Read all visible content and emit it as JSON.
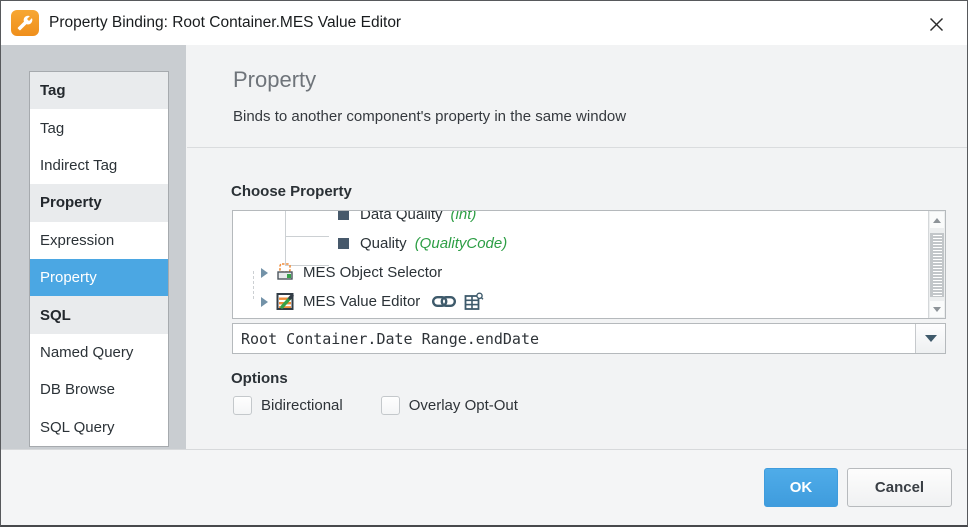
{
  "window": {
    "title": "Property Binding: Root Container.MES Value Editor"
  },
  "sidebar": {
    "items": [
      {
        "label": "Tag",
        "type": "header"
      },
      {
        "label": "Tag",
        "type": "item"
      },
      {
        "label": "Indirect Tag",
        "type": "item"
      },
      {
        "label": "Property",
        "type": "header"
      },
      {
        "label": "Expression",
        "type": "item"
      },
      {
        "label": "Property",
        "type": "item",
        "selected": true
      },
      {
        "label": "SQL",
        "type": "header"
      },
      {
        "label": "Named Query",
        "type": "item"
      },
      {
        "label": "DB Browse",
        "type": "item"
      },
      {
        "label": "SQL Query",
        "type": "item"
      }
    ]
  },
  "main": {
    "heading": "Property",
    "subtitle": "Binds to another component's property in the same window",
    "choose_property_label": "Choose Property",
    "tree": {
      "rows": [
        {
          "label": "Data Quality",
          "type_suffix": "(int)",
          "icon": "property-square"
        },
        {
          "label": "Quality",
          "type_suffix": "(QualityCode)",
          "icon": "property-square"
        },
        {
          "label": "MES Object Selector",
          "icon": "mes-object-selector",
          "expandable": true
        },
        {
          "label": "MES Value Editor",
          "icon": "mes-value-editor",
          "expandable": true,
          "badges": [
            "link-icon",
            "table-search-icon"
          ]
        }
      ]
    },
    "property_path": {
      "value": "Root Container.Date Range.endDate"
    },
    "options": {
      "label": "Options",
      "checkboxes": [
        {
          "label": "Bidirectional",
          "checked": false
        },
        {
          "label": "Overlay Opt-Out",
          "checked": false
        }
      ]
    }
  },
  "footer": {
    "ok_label": "OK",
    "cancel_label": "Cancel"
  },
  "colors": {
    "accent_blue": "#47a3e2",
    "selected_blue": "#4ba7e3",
    "type_green": "#2d9e45",
    "icon_slate": "#44596a",
    "titlebar_icon_orange": "#f59b25"
  }
}
